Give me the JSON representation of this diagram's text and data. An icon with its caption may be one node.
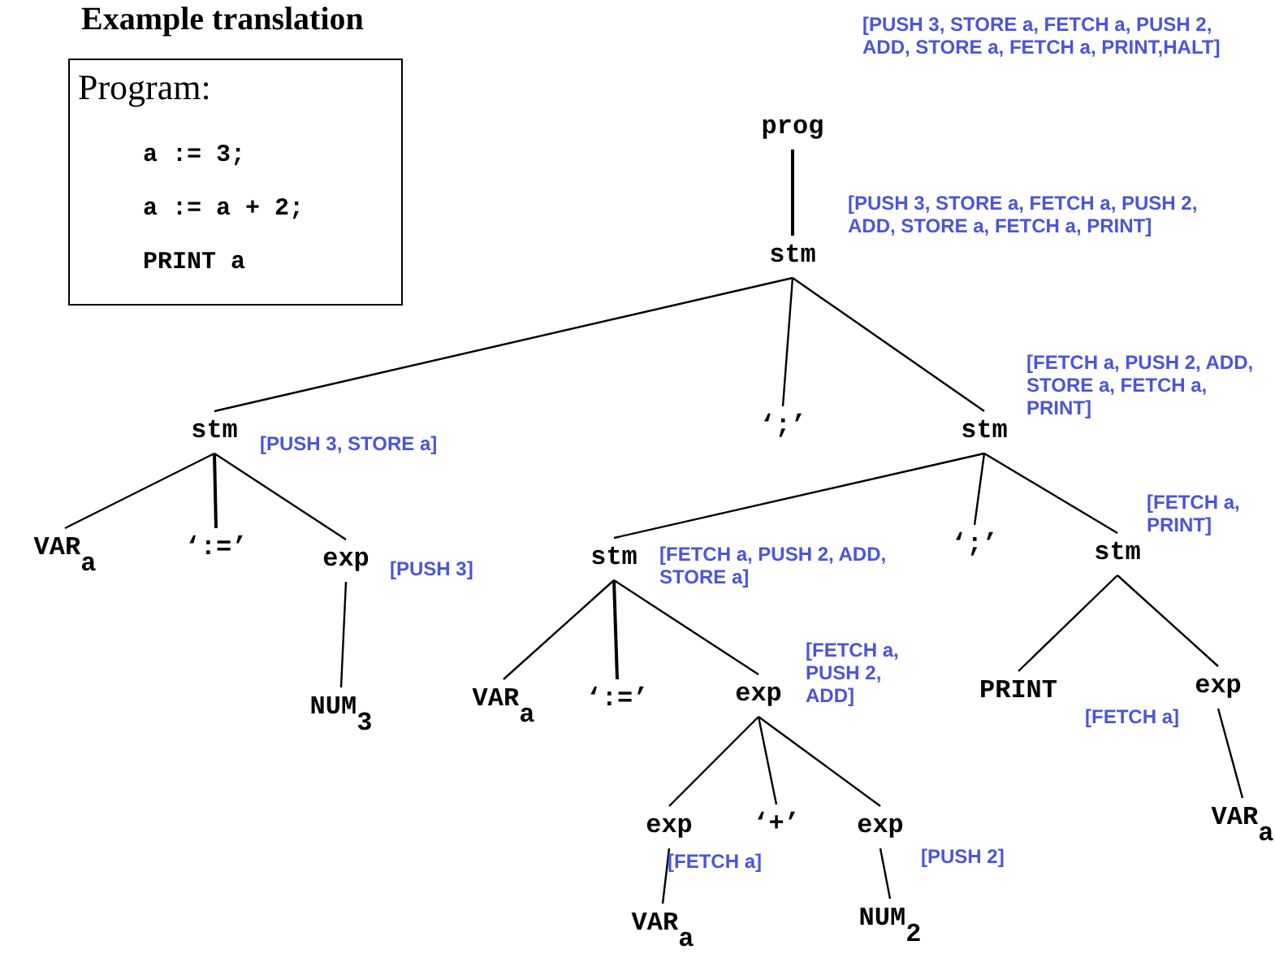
{
  "diagram": {
    "title": "Example translation",
    "nodes": [
      {
        "text": [
          "Program:",
          "a := 3;",
          "a := a + 2;",
          "PRINT a"
        ]
      },
      {
        "text": [
          "prog"
        ],
        "beside": [
          "[PUSH 3, STORE a, FETCH a, PUSH 2, ADD, STORE a, FETCH a, PRINT,HALT]"
        ]
      },
      {
        "text": [
          "stm"
        ],
        "beside": [
          "[PUSH 3, STORE a, FETCH a, PUSH 2, ADD, STORE a, FETCH a, PRINT]"
        ]
      },
      {
        "text": [
          "stm"
        ],
        "beside": [
          "[PUSH 3, STORE a]"
        ]
      },
      {
        "text": [
          "‘;’"
        ]
      },
      {
        "text": [
          "stm"
        ],
        "beside": [
          "[FETCH a, PUSH 2, ADD, STORE a, FETCH a, PRINT]"
        ]
      },
      {
        "text": [
          "VAR$_{a}$"
        ]
      },
      {
        "text": [
          "‘:=’"
        ]
      },
      {
        "text": [
          "exp"
        ],
        "beside": [
          "[PUSH 3]"
        ]
      },
      {
        "text": [
          "NUM$_{3}$"
        ]
      },
      {
        "text": [
          "stm"
        ],
        "beside": [
          "[FETCH a, PUSH 2, ADD, STORE a]"
        ]
      },
      {
        "text": [
          "‘;’"
        ]
      },
      {
        "text": [
          "stm"
        ],
        "beside": [
          "[FETCH a, PRINT]"
        ]
      },
      {
        "text": [
          "VAR$_{a}$"
        ]
      },
      {
        "text": [
          "‘:=’"
        ]
      },
      {
        "text": [
          "exp"
        ],
        "beside": [
          "[FETCH a, PUSH 2, ADD]"
        ]
      },
      {
        "text": [
          "PRINT"
        ]
      },
      {
        "text": [
          "exp"
        ],
        "beside": [
          "[FETCH a]"
        ]
      },
      {
        "text": [
          "exp"
        ],
        "beside": [
          "[FETCH a]"
        ]
      },
      {
        "text": [
          "‘+’"
        ]
      },
      {
        "text": [
          "exp"
        ],
        "beside": [
          "[PUSH 2]"
        ]
      },
      {
        "text": [
          "VAR$_{a}$"
        ]
      },
      {
        "text": [
          "VAR$_{a}$"
        ]
      },
      {
        "text": [
          "NUM$_{2}$"
        ]
      }
    ],
    "edges": [
      {
        "from": 1,
        "to": 2,
        "arrow": "none"
      },
      {
        "from": 2,
        "to": 3,
        "arrow": "none"
      },
      {
        "from": 2,
        "to": 4,
        "arrow": "none"
      },
      {
        "from": 2,
        "to": 5,
        "arrow": "none"
      },
      {
        "from": 3,
        "to": 6,
        "arrow": "none"
      },
      {
        "from": 3,
        "to": 7,
        "arrow": "none"
      },
      {
        "from": 3,
        "to": 8,
        "arrow": "none"
      },
      {
        "from": 8,
        "to": 9,
        "arrow": "none"
      },
      {
        "from": 5,
        "to": 10,
        "arrow": "none"
      },
      {
        "from": 5,
        "to": 11,
        "arrow": "none"
      },
      {
        "from": 5,
        "to": 12,
        "arrow": "none"
      },
      {
        "from": 10,
        "to": 13,
        "arrow": "none"
      },
      {
        "from": 10,
        "to": 14,
        "arrow": "none"
      },
      {
        "from": 10,
        "to": 15,
        "arrow": "none"
      },
      {
        "from": 12,
        "to": 16,
        "arrow": "none"
      },
      {
        "from": 12,
        "to": 17,
        "arrow": "none"
      },
      {
        "from": 15,
        "to": 18,
        "arrow": "none"
      },
      {
        "from": 15,
        "to": 19,
        "arrow": "none"
      },
      {
        "from": 15,
        "to": 20,
        "arrow": "none"
      },
      {
        "from": 17,
        "to": 21,
        "arrow": "none"
      },
      {
        "from": 18,
        "to": 22,
        "arrow": "none"
      },
      {
        "from": 20,
        "to": 23,
        "arrow": "none"
      }
    ]
  }
}
